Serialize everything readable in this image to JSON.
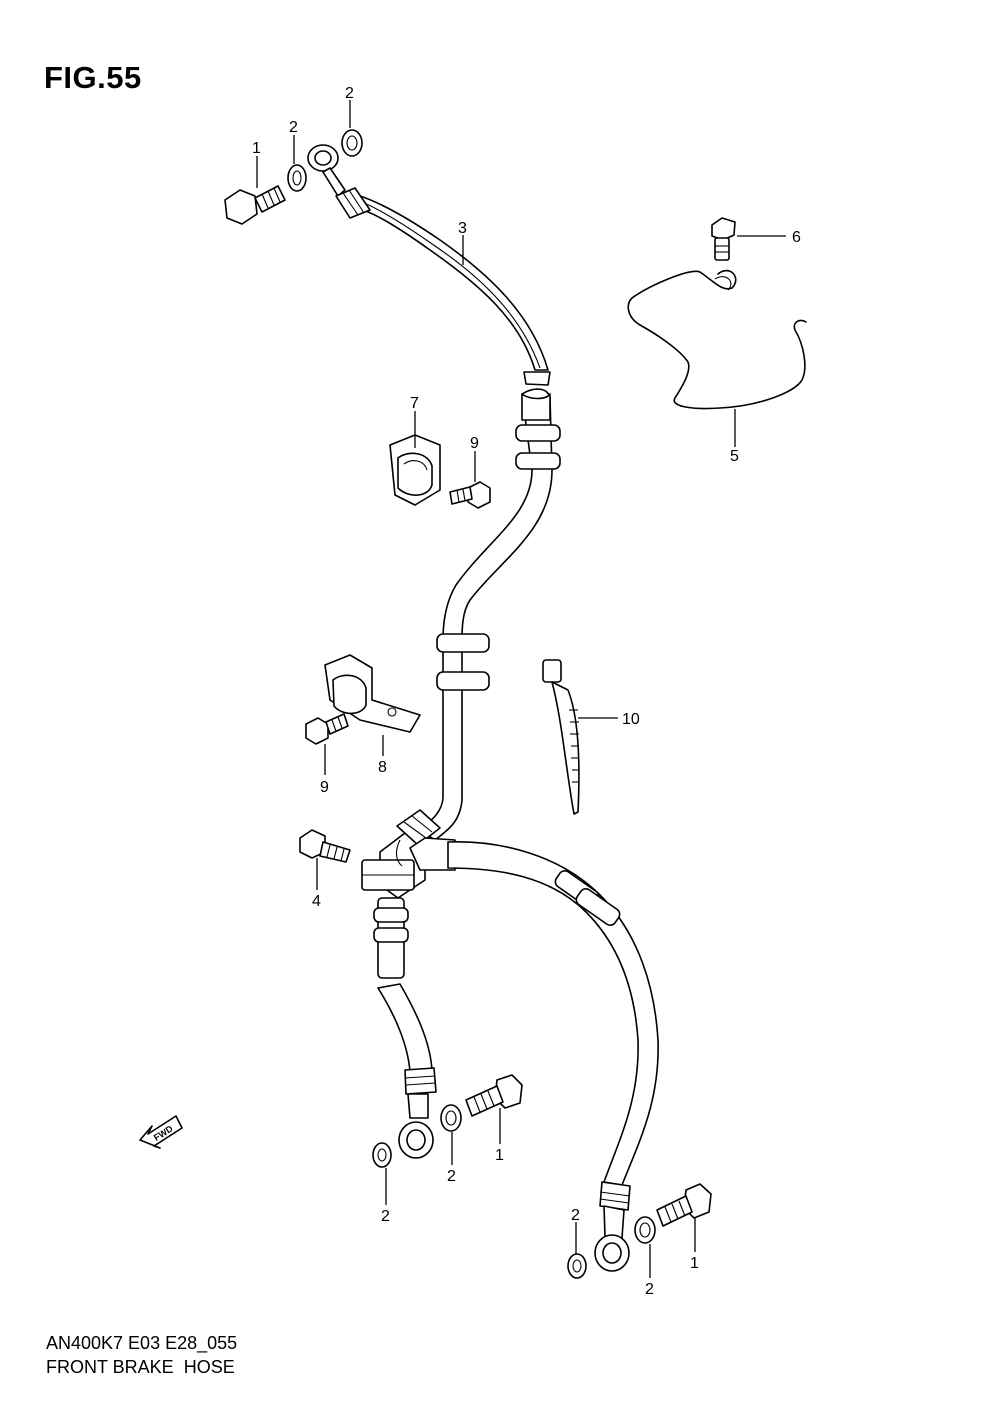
{
  "figure": {
    "title": "FIG.55",
    "model_code": "AN400K7 E03 E28_055",
    "name": "FRONT BRAKE  HOSE",
    "direction_label": "FWD"
  },
  "callouts": [
    {
      "id": "c1a",
      "label": "1"
    },
    {
      "id": "c2a",
      "label": "2"
    },
    {
      "id": "c2b",
      "label": "2"
    },
    {
      "id": "c3",
      "label": "3"
    },
    {
      "id": "c6",
      "label": "6"
    },
    {
      "id": "c5",
      "label": "5"
    },
    {
      "id": "c7",
      "label": "7"
    },
    {
      "id": "c9a",
      "label": "9"
    },
    {
      "id": "c10",
      "label": "10"
    },
    {
      "id": "c8",
      "label": "8"
    },
    {
      "id": "c9b",
      "label": "9"
    },
    {
      "id": "c4",
      "label": "4"
    },
    {
      "id": "c1b",
      "label": "1"
    },
    {
      "id": "c2c",
      "label": "2"
    },
    {
      "id": "c2d",
      "label": "2"
    },
    {
      "id": "c2e",
      "label": "2"
    },
    {
      "id": "c1c",
      "label": "1"
    },
    {
      "id": "c2f",
      "label": "2"
    }
  ]
}
